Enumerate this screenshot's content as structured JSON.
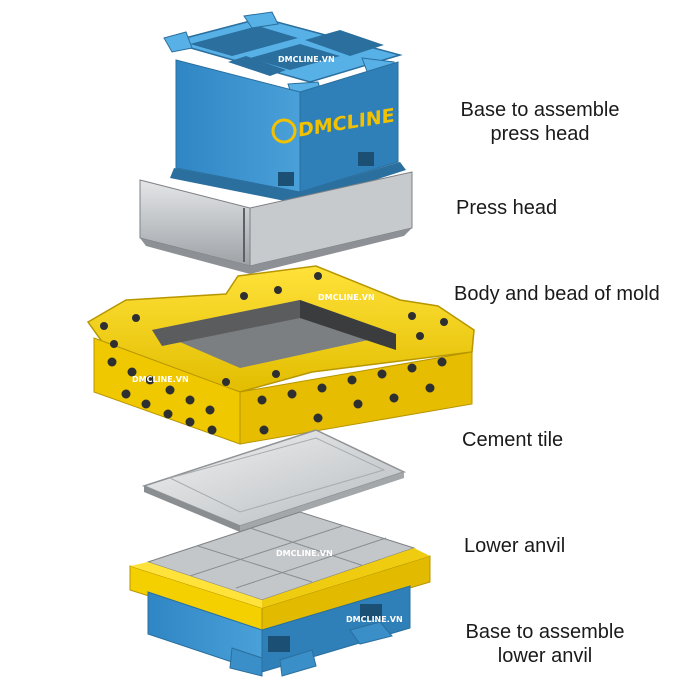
{
  "brand": {
    "logo_text": "DMCLINE",
    "watermark": "DMCLINE.VN"
  },
  "labels": {
    "base_press_head": [
      "Base to assemble",
      "press head"
    ],
    "press_head": "Press head",
    "body_mold": "Body and bead of mold",
    "cement_tile": "Cement tile",
    "lower_anvil": "Lower anvil",
    "base_lower_anvil": [
      "Base to assemble",
      "lower anvil"
    ]
  },
  "colors": {
    "steel_blue": "#3a8fc8",
    "steel_blue_dark": "#2a6f9e",
    "mold_yellow": "#f5d000",
    "mold_yellow_dark": "#c9a800",
    "steel_gray": "#b9bcbf",
    "logo_gold": "#f2c200"
  }
}
